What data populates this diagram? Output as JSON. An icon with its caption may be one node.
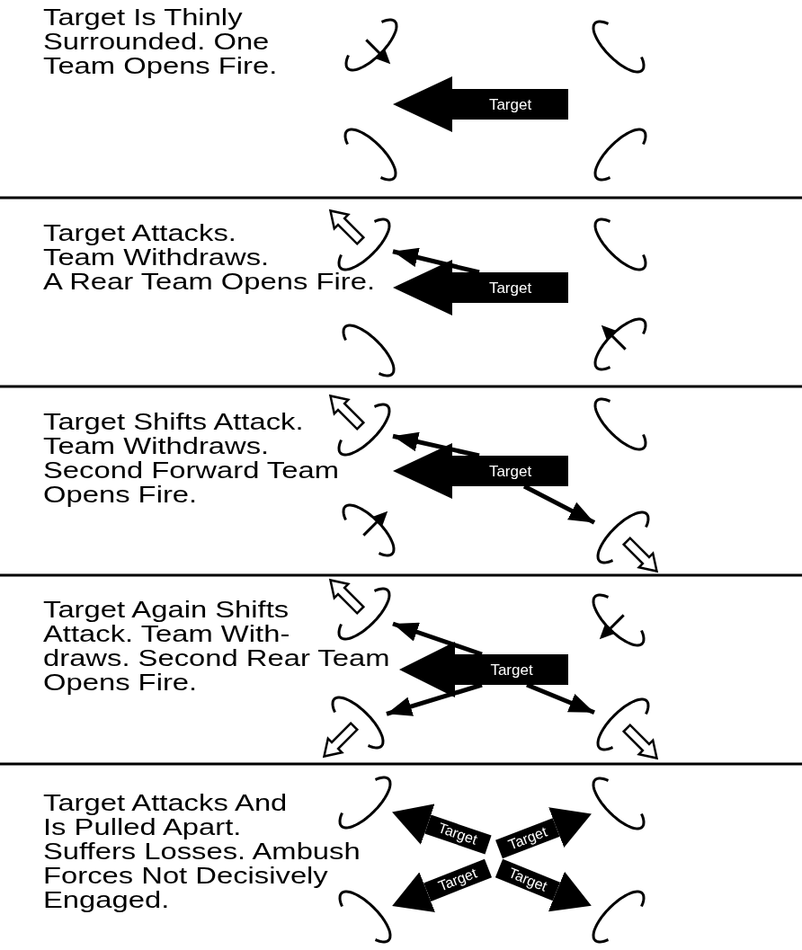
{
  "diagram": {
    "nodes": [
      {
        "text": [],
        "shape": "circle"
      },
      {
        "text": [],
        "shape": "circle"
      },
      {
        "text": [
          "Target"
        ]
      },
      {
        "text": [],
        "shape": "circle"
      },
      {
        "text": [],
        "shape": "circle"
      },
      {
        "text": [],
        "shape": "circle"
      },
      {
        "text": [],
        "shape": "circle"
      },
      {
        "text": [
          "Target"
        ]
      },
      {
        "text": [],
        "shape": "circle"
      },
      {
        "text": [],
        "shape": "circle"
      },
      {
        "text": [],
        "shape": "circle"
      },
      {
        "text": [],
        "shape": "circle"
      },
      {
        "text": [
          "Target"
        ]
      },
      {
        "text": [],
        "shape": "circle"
      },
      {
        "text": [],
        "shape": "circle"
      },
      {
        "text": [],
        "shape": "circle"
      },
      {
        "text": [],
        "shape": "circle"
      },
      {
        "text": [
          "Target"
        ]
      },
      {
        "text": [],
        "shape": "circle"
      },
      {
        "text": [],
        "shape": "circle"
      },
      {
        "text": [],
        "shape": "circle"
      },
      {
        "text": [],
        "shape": "circle"
      },
      {
        "text": [],
        "shape": "circle"
      },
      {
        "text": [],
        "shape": "circle"
      }
    ],
    "edges": [
      {
        "from": 7,
        "to": 5,
        "arrow": "to"
      },
      {
        "from": 12,
        "to": 10,
        "arrow": "to"
      },
      {
        "from": 12,
        "to": 14,
        "arrow": "to"
      },
      {
        "from": 17,
        "to": 15,
        "arrow": "to"
      },
      {
        "from": 17,
        "to": 18,
        "arrow": "to"
      },
      {
        "from": 17,
        "to": 19,
        "arrow": "to"
      },
      {
        "from": null,
        "to": 20,
        "arrow": "to",
        "label": "Target",
        "style": "thick"
      },
      {
        "from": null,
        "to": 21,
        "arrow": "to",
        "label": "Target",
        "style": "thick"
      },
      {
        "from": null,
        "to": 22,
        "arrow": "to",
        "label": "Target",
        "style": "thick"
      },
      {
        "from": null,
        "to": 23,
        "arrow": "to",
        "label": "Target",
        "style": "thick"
      }
    ],
    "labels": [
      "Target Is Thinly Surrounded. One Team Opens Fire.",
      "Target Attacks. Team Withdraws. A Rear Team Opens Fire.",
      "Target Shifts Attack. Team Withdraws. Second Forward Team Opens Fire.",
      "Target Again Shifts Attack. Team With- draws. Second Rear Team Opens Fire.",
      "Target Attacks And Is Pulled Apart. Suffers Losses. Ambush Forces Not Decisively Engaged."
    ]
  }
}
